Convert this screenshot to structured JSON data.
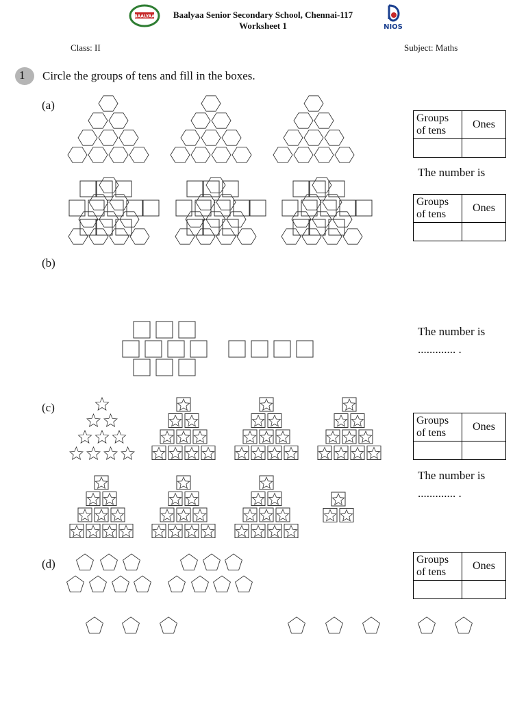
{
  "header": {
    "school": "Baalyaa Senior Secondary School, Chennai-117",
    "worksheet": "Worksheet 1",
    "class_label": "Class: II",
    "subject_label": "Subject: Maths",
    "school_logo_text": "BAALYAA",
    "nios_logo_text": "NIOS"
  },
  "question": {
    "number": "1",
    "text": "Circle the groups of tens and fill in the boxes."
  },
  "parts": {
    "a": "(a)",
    "b": "(b)",
    "c": "(c)",
    "d": "(d)"
  },
  "table": {
    "col1_line1": "Groups",
    "col1_line2": "of tens",
    "col2": "Ones"
  },
  "answer": {
    "line1": "The number is",
    "line2": "............. ."
  },
  "colors": {
    "stroke": "#333333",
    "badge": "#b5b5b5",
    "logo_green": "#2e7d32",
    "logo_red": "#c62828",
    "nios_blue": "#1a3f8f"
  }
}
